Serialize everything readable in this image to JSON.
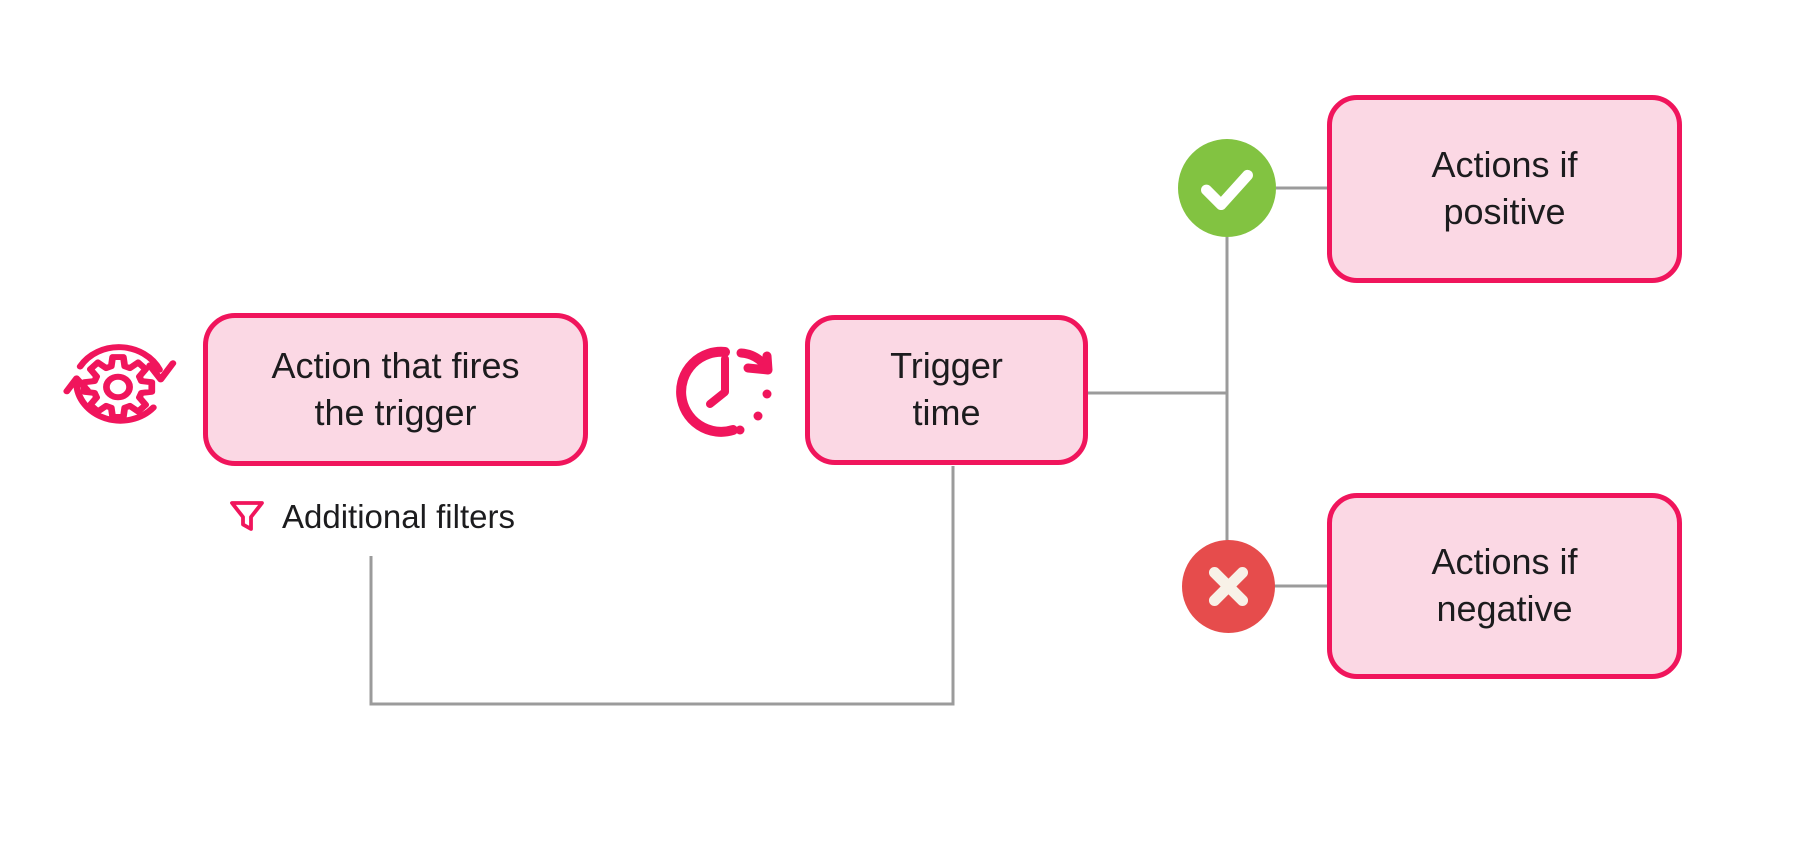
{
  "flow": {
    "action_node": {
      "label": "Action that fires\nthe trigger",
      "icon": "gear-sync-icon"
    },
    "filters_note": {
      "label": "Additional filters",
      "icon": "funnel-filter-icon"
    },
    "trigger_node": {
      "label": "Trigger\ntime",
      "icon": "clock-arrow-icon"
    },
    "positive_branch": {
      "badge_icon": "check-icon",
      "label": "Actions if\npositive"
    },
    "negative_branch": {
      "badge_icon": "cross-icon",
      "label": "Actions if\nnegative"
    }
  },
  "colors": {
    "accent_pink": "#F0155C",
    "node_fill_pink": "#FBD8E4",
    "connector_gray": "#9B9B9B",
    "success_green": "#82C341",
    "error_red": "#E64C4C",
    "cross_cream": "#F8F1E7",
    "check_white": "#FFFFFF",
    "text": "#1C1C1E",
    "background": "#FFFFFF"
  }
}
